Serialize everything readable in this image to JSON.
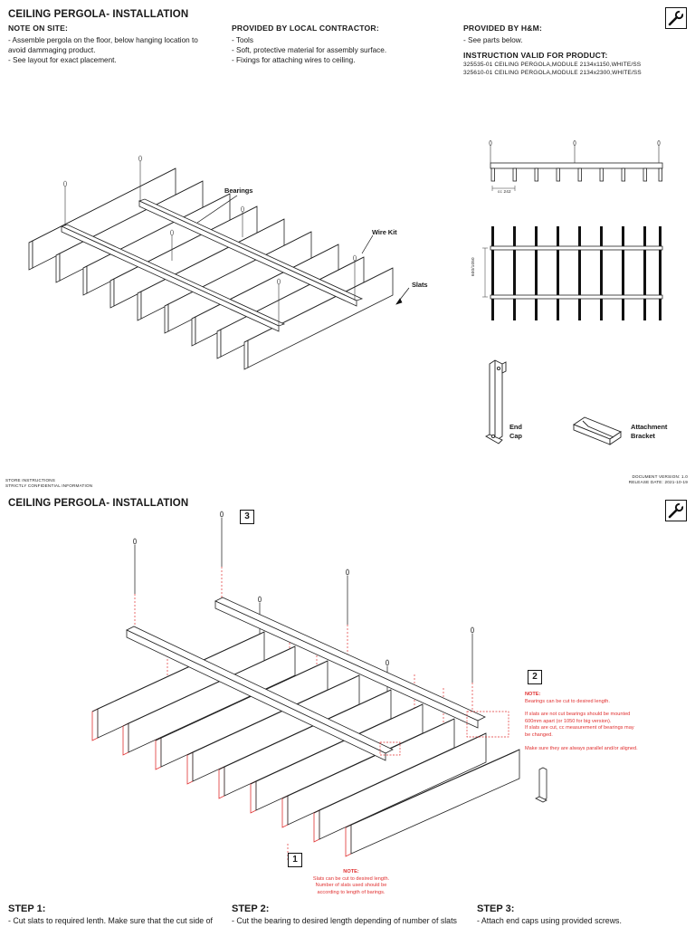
{
  "page1": {
    "title": "CEILING PERGOLA- INSTALLATION",
    "note_on_site": {
      "heading": "NOTE ON SITE:",
      "lines": [
        "- Assemble pergola on the floor, below hanging location to",
        "avoid dammaging product.",
        "- See layout for exact placement."
      ]
    },
    "local_contractor": {
      "heading": "PROVIDED BY LOCAL CONTRACTOR:",
      "lines": [
        "- Tools",
        "- Soft, protective material for assembly surface.",
        "- Fixings for attaching wires to ceiling."
      ]
    },
    "hm": {
      "heading": "PROVIDED BY H&M:",
      "lines": [
        "- See parts below."
      ]
    },
    "valid": {
      "heading": "INSTRUCTION VALID FOR PRODUCT:",
      "lines": [
        "325535-01 CEILING PERGOLA,MODULE 2134x1150,WHITE/SS",
        "325610-01 CEILING PERGOLA,MODULE 2134x2300,WHITE/SS"
      ]
    },
    "labels": {
      "bearings": "Bearings",
      "wire_kit": "Wire Kit",
      "slats": "Slats",
      "end_cap_1": "End",
      "end_cap_2": "Cap",
      "bracket_1": "Attachment",
      "bracket_2": "Bracket"
    },
    "dims": {
      "cc": "cc 242",
      "height": "600/1050"
    }
  },
  "footer": {
    "left_1": "STORE INSTRUCTIONS",
    "left_2": "STRICTLY CONFIDENTIAL INFORMATION",
    "right_1": "DOCUMENT VERSION: 1.0",
    "right_2": "RELEASE DATE: 2021-10-19"
  },
  "page2": {
    "title": "CEILING PERGOLA- INSTALLATION",
    "callouts": [
      "1",
      "2",
      "3"
    ],
    "note2": {
      "title": "NOTE:",
      "lines": [
        "Bearings can be cut to desired length.",
        "",
        "If slats are not cut bearings should be mounted",
        "600mm apart (or 1050 for big version).",
        "If slats are cut, cc measurement of bearings may",
        "be changed.",
        "",
        "Make sure they are always parallel and/or aligned."
      ]
    },
    "note1": {
      "title": "NOTE:",
      "lines": [
        "Slats can be cut to desired length.",
        "Number of slats used should be",
        "according to length of barings."
      ]
    },
    "steps": [
      {
        "title": "STEP 1:",
        "text": "- Cut slats to required lenth. Make sure that the cut side of"
      },
      {
        "title": "STEP 2:",
        "text": "- Cut the bearing to desired length depending of number of slats"
      },
      {
        "title": "STEP 3:",
        "text": "- Attach end caps using provided screws."
      }
    ]
  }
}
